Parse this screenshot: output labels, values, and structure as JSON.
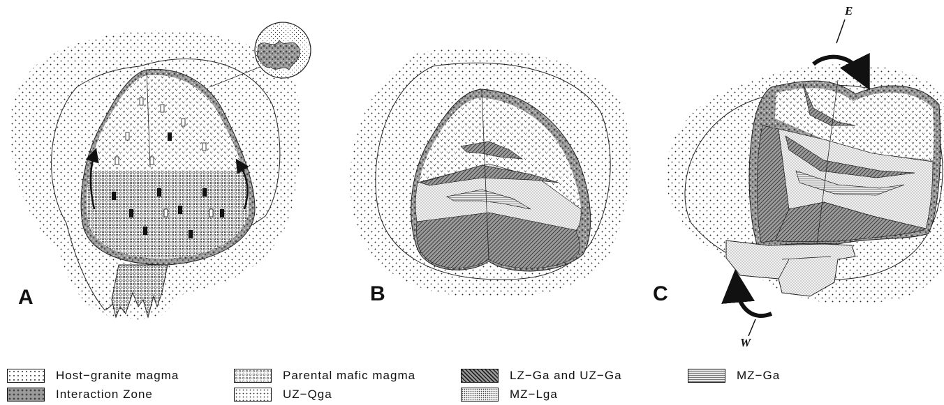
{
  "panels": [
    {
      "id": "A",
      "label": "A"
    },
    {
      "id": "B",
      "label": "B"
    },
    {
      "id": "C",
      "label": "C"
    }
  ],
  "rotation_labels": {
    "east": "E",
    "west": "W"
  },
  "legend": [
    {
      "key": "host_granite",
      "label": "Host−granite magma",
      "pattern": "fine-stipple"
    },
    {
      "key": "parental_mafic",
      "label": "Parental mafic magma",
      "pattern": "dense-dots"
    },
    {
      "key": "lz_uz_ga",
      "label": "LZ−Ga and UZ−Ga",
      "pattern": "dark-hatch"
    },
    {
      "key": "mz_ga",
      "label": "MZ−Ga",
      "pattern": "light-lines"
    },
    {
      "key": "interaction_zone",
      "label": "Interaction Zone",
      "pattern": "mottled"
    },
    {
      "key": "uz_qga",
      "label": "UZ−Qga",
      "pattern": "v-marks"
    },
    {
      "key": "mz_lga",
      "label": "MZ−Lga",
      "pattern": "fine-dots"
    }
  ]
}
